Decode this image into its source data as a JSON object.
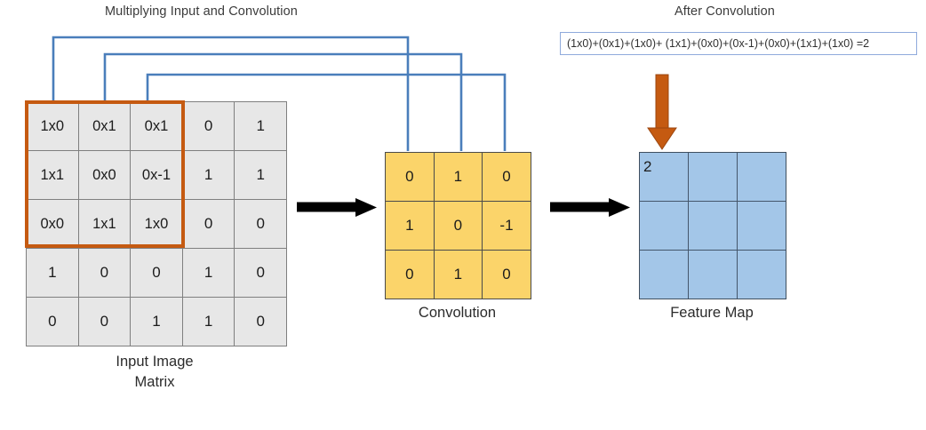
{
  "headings": {
    "left": "Multiplying Input and Convolution",
    "right": "After Convolution"
  },
  "equation": {
    "text": "(1x0)+(0x1)+(1x0)+ (1x1)+(0x0)+(0x-1)+(0x0)+(1x1)+(1x0) =2"
  },
  "input_matrix": {
    "caption_line1": "Input Image",
    "caption_line2": "Matrix",
    "rows": [
      [
        "1x0",
        "0x1",
        "0x1",
        "0",
        "1"
      ],
      [
        "1x1",
        "0x0",
        "0x-1",
        "1",
        "1"
      ],
      [
        "0x0",
        "1x1",
        "1x0",
        "0",
        "0"
      ],
      [
        "1",
        "0",
        "0",
        "1",
        "0"
      ],
      [
        "0",
        "0",
        "1",
        "1",
        "0"
      ]
    ]
  },
  "convolution_matrix": {
    "caption": "Convolution",
    "rows": [
      [
        "0",
        "1",
        "0"
      ],
      [
        "1",
        "0",
        "-1"
      ],
      [
        "0",
        "1",
        "0"
      ]
    ]
  },
  "feature_map": {
    "caption": "Feature Map",
    "rows": [
      [
        "2",
        "",
        ""
      ],
      [
        "",
        "",
        ""
      ],
      [
        "",
        "",
        ""
      ]
    ]
  },
  "colors": {
    "highlight_orange": "#c55a11",
    "kernel_yellow": "#fbd46a",
    "feature_blue": "#a3c6e8",
    "input_grey": "#e7e7e7",
    "connector_blue": "#4a7ebb",
    "flow_arrow_black": "#000000",
    "down_arrow_orange": "#c55a11"
  }
}
